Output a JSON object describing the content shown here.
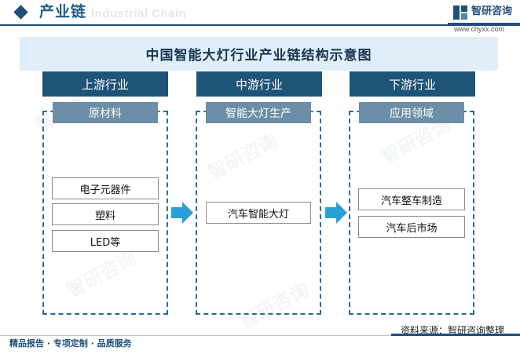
{
  "header": {
    "title": "产业链",
    "subtitle_watermark": "Industrial Chain",
    "brand_name": "智研咨询",
    "brand_url": "www.chyxx.com"
  },
  "diagram": {
    "title": "中国智能大灯行业产业链结构示意图",
    "columns": [
      {
        "head": "上游行业",
        "label": "原材料",
        "items": [
          "电子元器件",
          "塑料",
          "LED等"
        ]
      },
      {
        "head": "中游行业",
        "label": "智能大灯生产",
        "items": [
          "汽车智能大灯"
        ]
      },
      {
        "head": "下游行业",
        "label": "应用领域",
        "items": [
          "汽车整车制造",
          "汽车后市场"
        ]
      }
    ]
  },
  "source": "资料来源：智研咨询整理",
  "footer": "精品报告 · 专项定制 · 品质服务",
  "watermark_text": "智研咨询",
  "colors": {
    "primary": "#1d5478",
    "sub_label": "#6c8ea6",
    "title_band": "#dfeef9",
    "arrow": "#2aa0d8"
  }
}
